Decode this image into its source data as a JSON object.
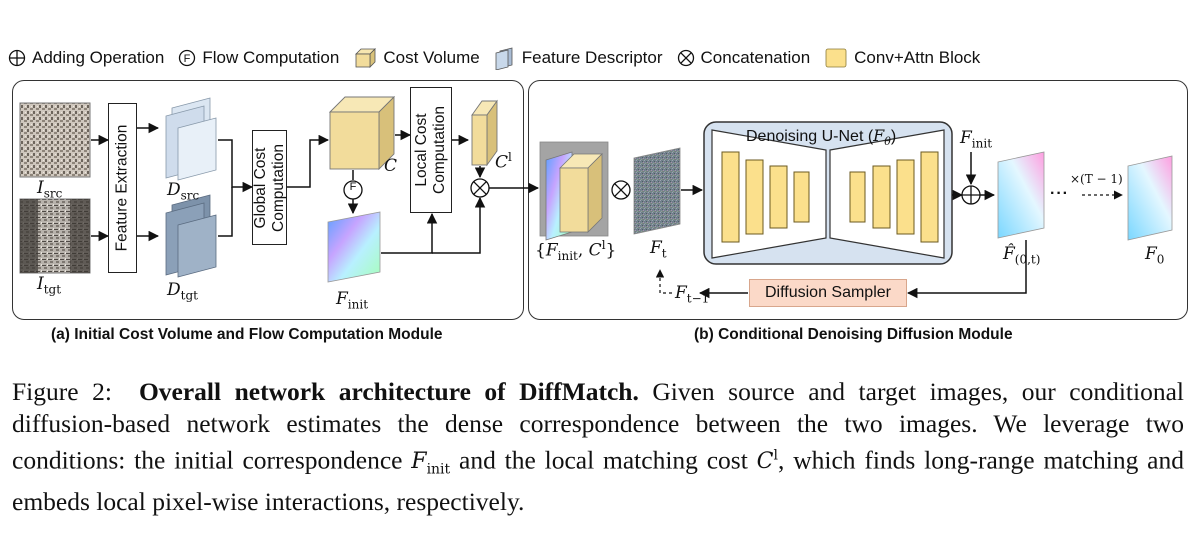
{
  "legend": {
    "adding": "Adding Operation",
    "flow": "Flow Computation",
    "cost_volume": "Cost Volume",
    "feature_descriptor": "Feature Descriptor",
    "concat": "Concatenation",
    "conv_attn": "Conv+Attn Block"
  },
  "panel_a": {
    "feature_extraction": "Feature Extraction",
    "global_cost_line1": "Global Cost",
    "global_cost_line2": "Computation",
    "local_cost_line1": "Local Cost",
    "local_cost_line2": "Computation",
    "caption": "(a) Initial Cost Volume and Flow Computation Module",
    "flow_symbol": "F"
  },
  "panel_b": {
    "unet_title_prefix": "Denoising U-Net (",
    "unet_title_suffix": ")",
    "sampler": "Diffusion Sampler",
    "caption": "(b) Conditional Denoising Diffusion Module",
    "iterations": "×(T − 1)",
    "dots": "···"
  },
  "caption": {
    "lead": "Figure 2:",
    "bold": "Overall network architecture of DiffMatch.",
    "part1": " Given source and target images, our conditional diffusion-based network estimates the dense correspondence between the two images. We leverage two conditions: the initial correspondence ",
    "part2": " and the local matching cost ",
    "part3": ", which finds long-range matching and embeds local pixel-wise interactions, respectively."
  },
  "colors": {
    "cost_volume": "#f2dc9b",
    "conv_block": "#fbe08c",
    "unet_bg": "#d6e2f0",
    "sampler_bg": "#fbd9c8",
    "descriptor_src": "#c8d8ea",
    "descriptor_tgt": "#7f93ab"
  }
}
